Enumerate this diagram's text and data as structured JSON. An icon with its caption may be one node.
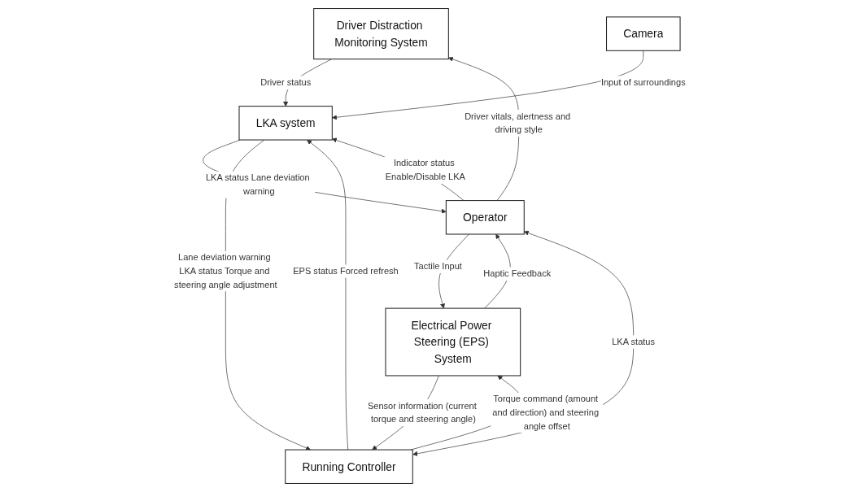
{
  "diagram": {
    "nodes": [
      {
        "text": [
          "Driver Distraction Monitoring System"
        ]
      },
      {
        "text": [
          "Operator"
        ]
      },
      {
        "text": [
          "Electrical Power Steering (EPS) System"
        ]
      },
      {
        "text": [
          "LKA system"
        ]
      },
      {
        "text": [
          "Camera"
        ]
      },
      {
        "text": [
          "Running Controller"
        ]
      }
    ],
    "edges": [
      {
        "from": 1,
        "to": 0,
        "arrow": "to",
        "label": "Driver vitals, alertness and driving style"
      },
      {
        "from": 1,
        "to": 2,
        "arrow": "to",
        "label": "Tactile Input"
      },
      {
        "from": 2,
        "to": 1,
        "arrow": "to",
        "label": "Haptic Feedback"
      },
      {
        "from": 3,
        "to": 1,
        "arrow": "to",
        "label": "LKA status Lane deviation warning"
      },
      {
        "from": 1,
        "to": 3,
        "arrow": "to",
        "label": "Indicator status Enable/Disable LKA"
      },
      {
        "from": 5,
        "to": 1,
        "arrow": "both",
        "label": "LKA status"
      },
      {
        "from": 0,
        "to": 3,
        "arrow": "to",
        "label": "Driver status"
      },
      {
        "from": 4,
        "to": 3,
        "arrow": "to",
        "label": "Input of surroundings"
      },
      {
        "from": 5,
        "to": 3,
        "arrow": "to",
        "label": "EPS status Forced refresh"
      },
      {
        "from": 3,
        "to": 5,
        "arrow": "to",
        "label": "Lane deviation warning LKA status Torque and steering angle adjustment"
      },
      {
        "from": 5,
        "to": 2,
        "arrow": "to",
        "label": "Torque command (amount and direction) and steering angle offset"
      },
      {
        "from": 2,
        "to": 5,
        "arrow": "to",
        "label": "Sensor information (current torque and steering angle)"
      }
    ]
  }
}
